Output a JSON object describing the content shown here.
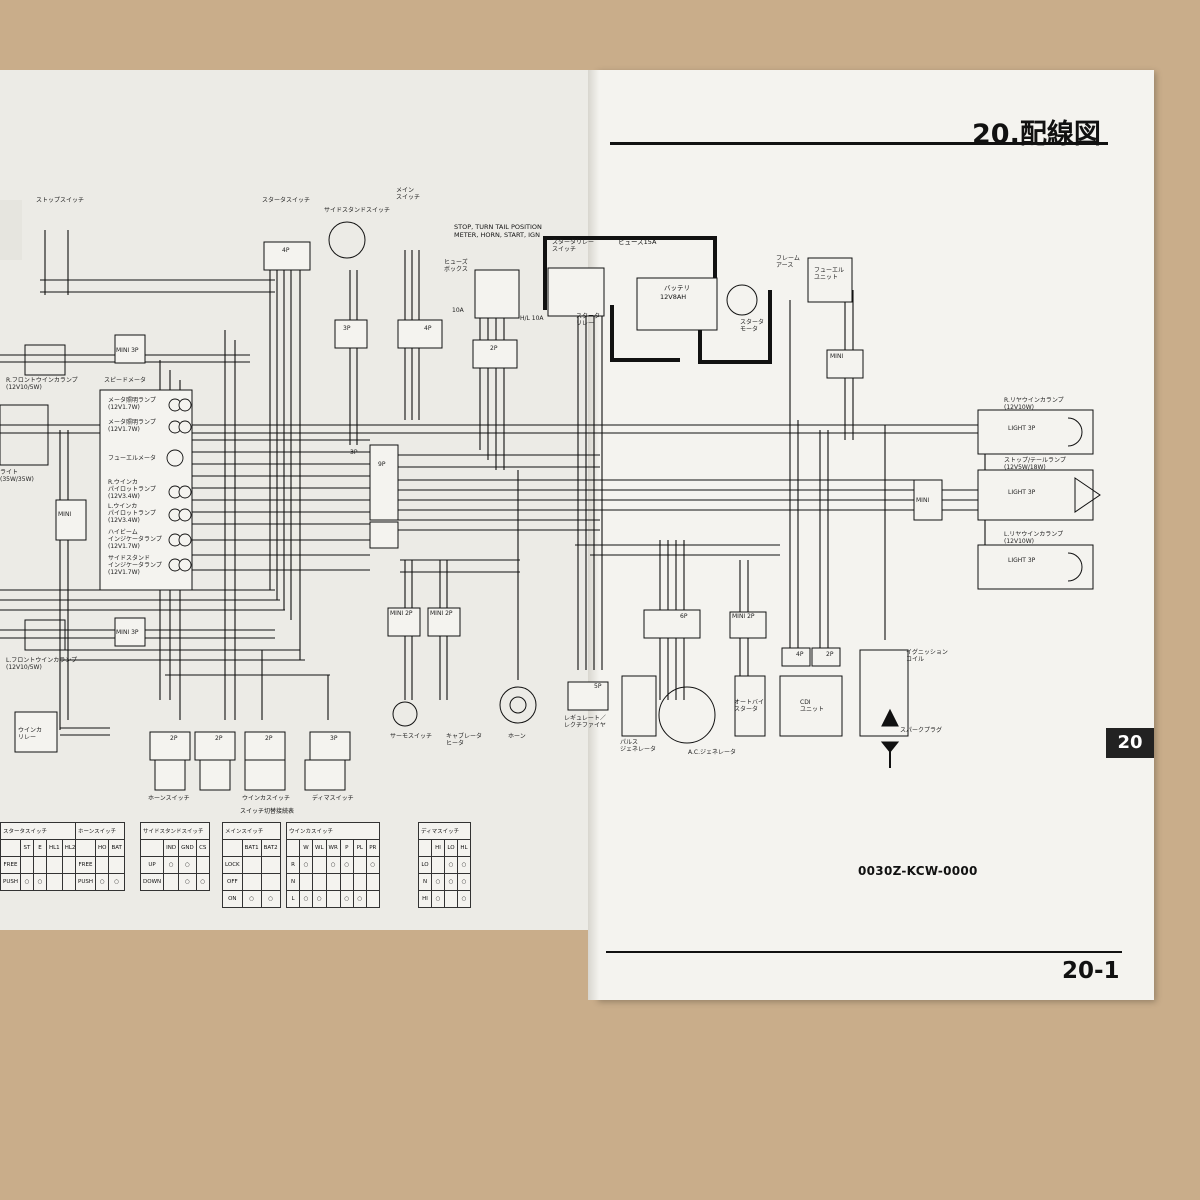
{
  "page": {
    "title": "20.配線図",
    "page_number": "20-1",
    "section_tab": "20",
    "diagram_code": "0030Z-KCW-0000"
  },
  "annotations": {
    "fuse_note": [
      "STOP, TURN TAIL POSITION",
      "METER, HORN, START, IGN"
    ],
    "fuse_15a": "ヒューズ15A",
    "fuse_10a": "10A",
    "fuse_hl": "H/L 10A",
    "battery": "バッテリ",
    "battery_rating": "12V8AH"
  },
  "components": {
    "stop_switch": "ストップスイッチ",
    "starter_switch": "スタータスイッチ",
    "side_stand_switch": "サイドスタンドスイッチ",
    "main_switch": "メイン\nスイッチ",
    "fuse_box": "ヒューズ\nボックス",
    "starter_relay_switch": "スタータリレー\nスイッチ",
    "starter_relay": "スタータ\nリレー",
    "frame_ground": "フレーム\nアース",
    "starter_motor": "スタータ\nモータ",
    "fuel_unit": "フューエル\nユニット",
    "r_front_winker": "R.フロントウインカランプ\n(12V10/5W)",
    "l_front_winker": "L.フロントウインカランプ\n(12V10/5W)",
    "headlight": "ライト\n(35W/35W)",
    "speedometer": "スピードメータ",
    "meter_lamp1": "メータ照明ランプ\n(12V1.7W)",
    "meter_lamp2": "メータ照明ランプ\n(12V1.7W)",
    "fuel_meter": "フューエルメータ",
    "r_winker_pilot": "R.ウインカ\nパイロットランプ\n(12V3.4W)",
    "l_winker_pilot": "L.ウインカ\nパイロットランプ\n(12V3.4W)",
    "hibeam_indicator": "ハイビーム\nインジケータランプ\n(12V1.7W)",
    "sidestand_indicator": "サイドスタンド\nインジケータランプ\n(12V1.7W)",
    "winker_relay": "ウインカ\nリレー",
    "horn_switch": "ホーンスイッチ",
    "winker_switch": "ウインカスイッチ",
    "dimmer_switch": "ディマスイッチ",
    "thermo_switch": "サーモスイッチ",
    "carb_heater": "キャブレータ\nヒータ",
    "horn": "ホーン",
    "regulator": "レギュレート／\nレクチファイヤ",
    "pulse_generator": "パルス\nジェネレータ",
    "ac_generator": "A.C.ジェネレータ",
    "auto_bystarter": "オートバイ\nスタータ",
    "cdi_unit": "CDI\nユニット",
    "ignition_coil": "イグニッション\nコイル",
    "spark_plug": "スパークプラグ",
    "r_rear_winker": "R.リヤウインカランプ\n(12V10W)",
    "stop_tail": "ストップ/テールランプ\n(12V5W/18W)",
    "l_rear_winker": "L.リヤウインカランプ\n(12V10W)",
    "switch_caption": "スイッチ切替接続表"
  },
  "switch_tables": {
    "starter": {
      "title": "スタータスイッチ",
      "cols": [
        "ST",
        "E",
        "HL1",
        "HL2"
      ],
      "rows": [
        "FREE",
        "PUSH"
      ]
    },
    "horn": {
      "title": "ホーンスイッチ",
      "cols": [
        "HO",
        "BAT"
      ],
      "rows": [
        "FREE",
        "PUSH"
      ]
    },
    "sidestand": {
      "title": "サイドスタンドスイッチ",
      "cols": [
        "IND",
        "GND",
        "CS"
      ],
      "rows": [
        "UP",
        "DOWN"
      ]
    },
    "main": {
      "title": "メインスイッチ",
      "cols": [
        "BAT1",
        "BAT2"
      ],
      "rows": [
        "LOCK",
        "OFF",
        "ON"
      ]
    },
    "winker": {
      "title": "ウインカスイッチ",
      "cols": [
        "W",
        "WL",
        "WR",
        "P",
        "PL",
        "PR"
      ],
      "rows": [
        "R",
        "N",
        "L"
      ]
    },
    "dimmer": {
      "title": "ディマスイッチ",
      "cols": [
        "HI",
        "LO",
        "HL"
      ],
      "rows": [
        "LO",
        "N",
        "HI"
      ]
    }
  },
  "connectors": [
    "4P",
    "3P",
    "4P",
    "9P",
    "MINI 3P",
    "MINI",
    "MINI 3P",
    "2P",
    "2P",
    "2P",
    "3P",
    "MINI 2P",
    "MINI 2P",
    "6P",
    "MINI 2P",
    "5P",
    "4P",
    "2P",
    "MINI",
    "MINI",
    "LIGHT 3P",
    "LIGHT 3P",
    "LIGHT 3P",
    "3P",
    "2P"
  ]
}
